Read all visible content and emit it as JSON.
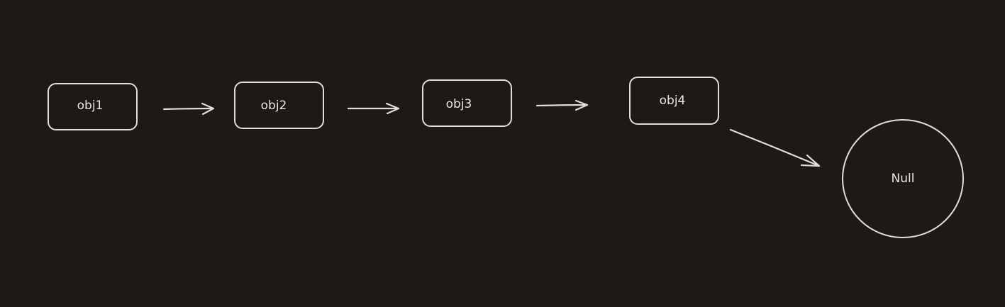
{
  "diagram": {
    "nodes": [
      {
        "id": "obj1",
        "label": "obj1",
        "shape": "rounded-rect"
      },
      {
        "id": "obj2",
        "label": "obj2",
        "shape": "rounded-rect"
      },
      {
        "id": "obj3",
        "label": "obj3",
        "shape": "rounded-rect"
      },
      {
        "id": "obj4",
        "label": "obj4",
        "shape": "rounded-rect"
      },
      {
        "id": "null",
        "label": "Null",
        "shape": "circle"
      }
    ],
    "edges": [
      {
        "from": "obj1",
        "to": "obj2"
      },
      {
        "from": "obj2",
        "to": "obj3"
      },
      {
        "from": "obj3",
        "to": "obj4"
      },
      {
        "from": "obj4",
        "to": "null"
      }
    ],
    "colors": {
      "background": "#1c1917",
      "stroke": "#e0dedb",
      "text": "#e8e6e3"
    }
  }
}
